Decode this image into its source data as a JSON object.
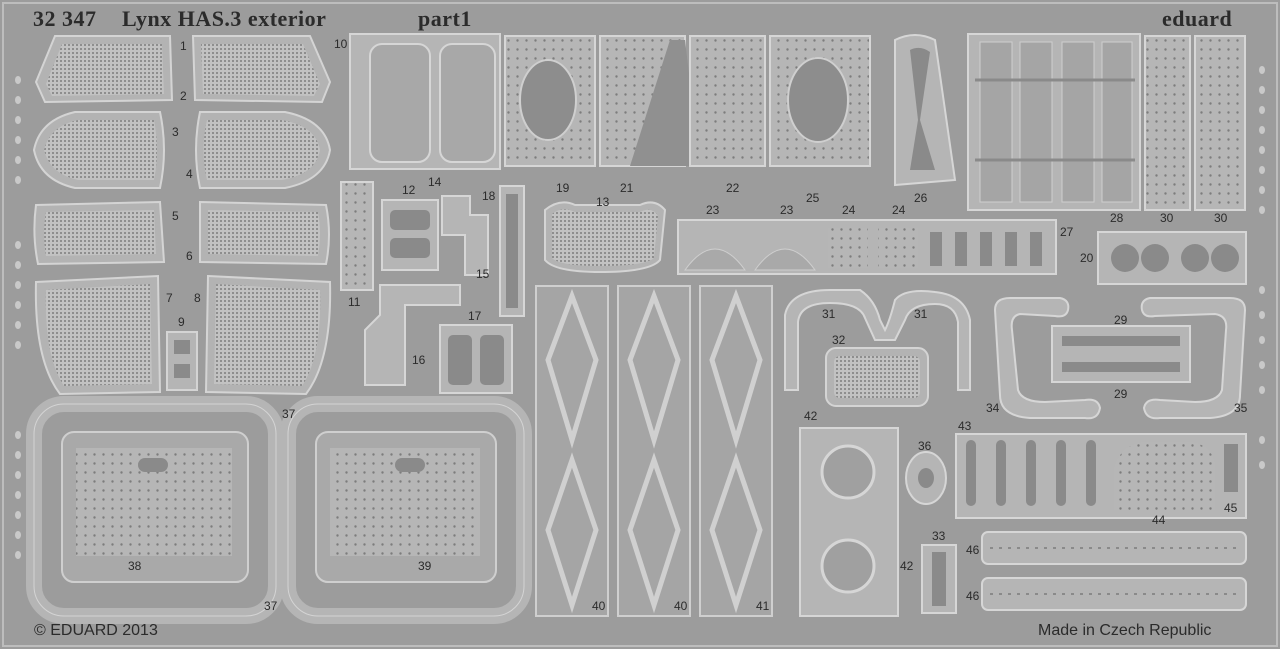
{
  "header": {
    "code": "32 347",
    "title": "Lynx HAS.3 exterior",
    "part": "part1",
    "brand": "eduard"
  },
  "footer": {
    "copyright": "© EDUARD 2013",
    "origin": "Made in Czech Republic"
  },
  "part_numbers": {
    "p1": "1",
    "p2": "2",
    "p3": "3",
    "p4": "4",
    "p5": "5",
    "p6": "6",
    "p7": "7",
    "p8": "8",
    "p9": "9",
    "p10": "10",
    "p11": "11",
    "p12": "12",
    "p13": "13",
    "p14": "14",
    "p15": "15",
    "p16": "16",
    "p17": "17",
    "p18": "18",
    "p19": "19",
    "p20": "20",
    "p21": "21",
    "p22": "22",
    "p23a": "23",
    "p23b": "23",
    "p24a": "24",
    "p24b": "24",
    "p25": "25",
    "p26": "26",
    "p27": "27",
    "p28": "28",
    "p29a": "29",
    "p29b": "29",
    "p30a": "30",
    "p30b": "30",
    "p31a": "31",
    "p31b": "31",
    "p32": "32",
    "p33": "33",
    "p34": "34",
    "p35": "35",
    "p36": "36",
    "p37a": "37",
    "p37b": "37",
    "p38": "38",
    "p39": "39",
    "p40a": "40",
    "p40b": "40",
    "p41": "41",
    "p42a": "42",
    "p42b": "42",
    "p43": "43",
    "p44": "44",
    "p45": "45",
    "p46a": "46",
    "p46b": "46"
  },
  "colors": {
    "fret": "#9c9c9c",
    "part": "#b9b9b9",
    "relief": "#7a7a7a",
    "edge": "#d8d8d8",
    "ink": "#2b2b2b"
  }
}
